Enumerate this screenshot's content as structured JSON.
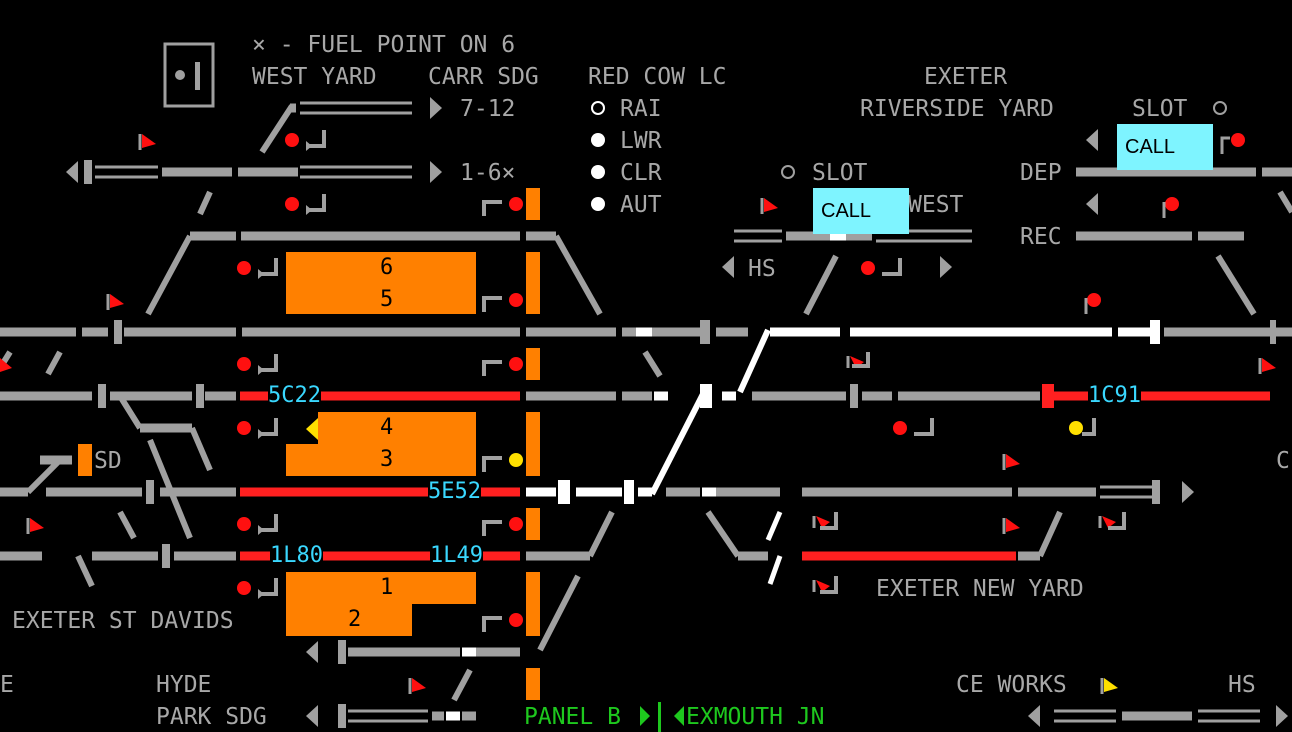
{
  "labels": {
    "fuel_note": "× - FUEL POINT ON 6",
    "west_yard": "WEST YARD",
    "carr_sdg": "CARR SDG",
    "red_cow_lc": "RED COW LC",
    "exeter": "EXETER",
    "riverside_yard": "RIVERSIDE YARD",
    "roads_7_12": "7-12",
    "roads_1_6": "1-6×",
    "slot_right": "SLOT",
    "slot_mid": "SLOT",
    "dep": "DEP",
    "rec": "REC",
    "west": "WEST",
    "hs_mid": "HS",
    "sd": "SD",
    "exeter_st_davids": "EXETER ST DAVIDS",
    "exeter_new_yard": "EXETER NEW YARD",
    "hyde": "HYDE",
    "park_sdg": "PARK SDG",
    "ce_works": "CE WORKS",
    "hs_right": "HS",
    "edge_e": "E",
    "edge_c": "C",
    "panel_b": "PANEL B",
    "exmouth_jn": "EXMOUTH JN"
  },
  "level_crossing": {
    "controls": [
      {
        "label": "RAI",
        "state": "off"
      },
      {
        "label": "LWR",
        "state": "on"
      },
      {
        "label": "CLR",
        "state": "on"
      },
      {
        "label": "AUT",
        "state": "on"
      }
    ]
  },
  "call_buttons": {
    "riverside": "CALL",
    "west": "CALL"
  },
  "platforms": {
    "p6": "6",
    "p5": "5",
    "p4": "4",
    "p3": "3",
    "p1": "1",
    "p2": "2"
  },
  "berths": {
    "b_5c22": "5C22",
    "b_1c91": "1C91",
    "b_5e52": "5E52",
    "b_1l80": "1L80",
    "b_1l49": "1L49"
  },
  "colors": {
    "track_idle": "#a0a0a0",
    "track_set": "#ffffff",
    "track_occupied": "#ff2020",
    "platform": "#ff8000",
    "berth_text": "#3ad8ff",
    "signal_danger": "#ff1010",
    "signal_caution": "#ffe000",
    "call_button": "#7ef4ff",
    "panel_link": "#1ec81e"
  }
}
